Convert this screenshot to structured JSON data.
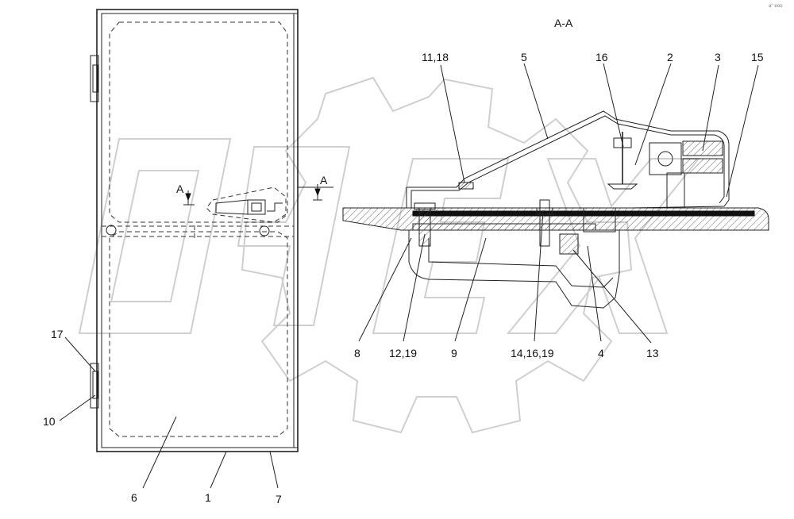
{
  "section_title": "A-A",
  "section_marks": [
    "A",
    "A"
  ],
  "callouts": [
    {
      "id": "c-11-18",
      "text": "11,18"
    },
    {
      "id": "c-5",
      "text": "5"
    },
    {
      "id": "c-16-top",
      "text": "16"
    },
    {
      "id": "c-2",
      "text": "2"
    },
    {
      "id": "c-3",
      "text": "3"
    },
    {
      "id": "c-15",
      "text": "15"
    },
    {
      "id": "c-8",
      "text": "8"
    },
    {
      "id": "c-12-19",
      "text": "12,19"
    },
    {
      "id": "c-9",
      "text": "9"
    },
    {
      "id": "c-14-16-19",
      "text": "14,16,19"
    },
    {
      "id": "c-4",
      "text": "4"
    },
    {
      "id": "c-13",
      "text": "13"
    },
    {
      "id": "c-17",
      "text": "17"
    },
    {
      "id": "c-10",
      "text": "10"
    },
    {
      "id": "c-6",
      "text": "6"
    },
    {
      "id": "c-1",
      "text": "1"
    },
    {
      "id": "c-7",
      "text": "7"
    }
  ],
  "corner_mark": "a° eoo"
}
